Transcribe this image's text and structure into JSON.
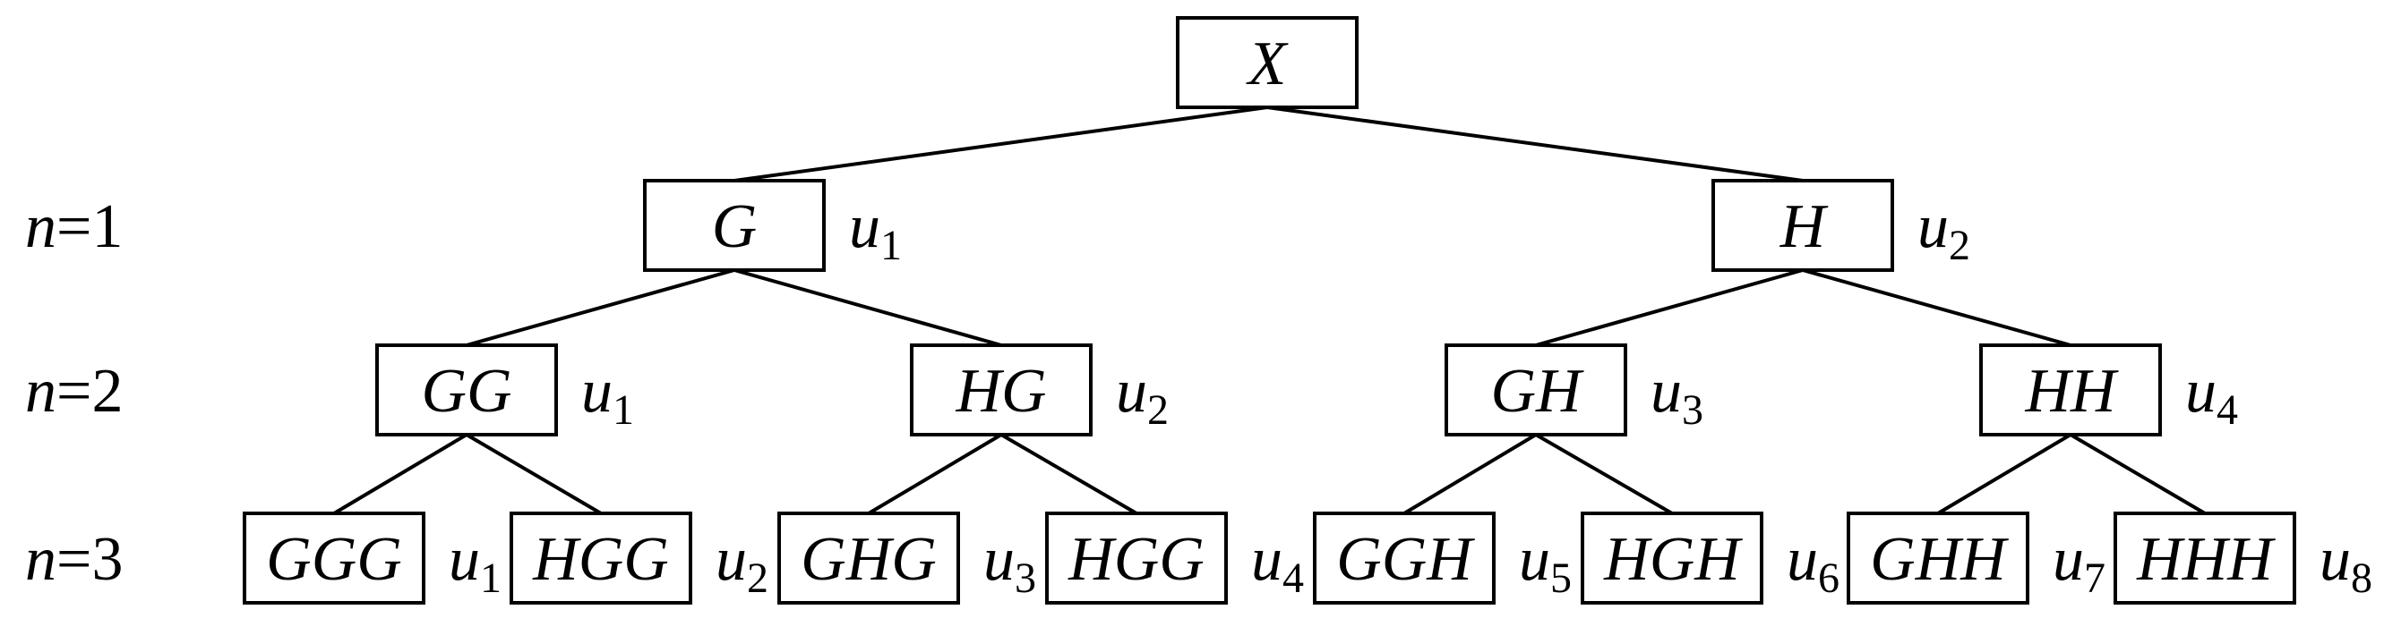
{
  "root": {
    "label": "X"
  },
  "rows": [
    {
      "n_label": {
        "var": "n",
        "eq": "=1"
      },
      "nodes": [
        {
          "label": "G",
          "u": "u",
          "sub": "1"
        },
        {
          "label": "H",
          "u": "u",
          "sub": "2"
        }
      ]
    },
    {
      "n_label": {
        "var": "n",
        "eq": "=2"
      },
      "nodes": [
        {
          "label": "GG",
          "u": "u",
          "sub": "1"
        },
        {
          "label": "HG",
          "u": "u",
          "sub": "2"
        },
        {
          "label": "GH",
          "u": "u",
          "sub": "3"
        },
        {
          "label": "HH",
          "u": "u",
          "sub": "4"
        }
      ]
    },
    {
      "n_label": {
        "var": "n",
        "eq": "=3"
      },
      "nodes": [
        {
          "label": "GGG",
          "u": "u",
          "sub": "1"
        },
        {
          "label": "HGG",
          "u": "u",
          "sub": "2"
        },
        {
          "label": "GHG",
          "u": "u",
          "sub": "3"
        },
        {
          "label": "HGG",
          "u": "u",
          "sub": "4"
        },
        {
          "label": "GGH",
          "u": "u",
          "sub": "5"
        },
        {
          "label": "HGH",
          "u": "u",
          "sub": "6"
        },
        {
          "label": "GHH",
          "u": "u",
          "sub": "7"
        },
        {
          "label": "HHH",
          "u": "u",
          "sub": "8"
        }
      ]
    }
  ]
}
